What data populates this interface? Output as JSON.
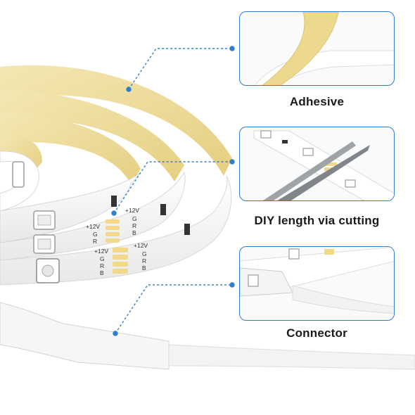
{
  "callouts": [
    {
      "id": "adhesive",
      "label": "Adhesive"
    },
    {
      "id": "cutting",
      "label": "DIY length via cutting"
    },
    {
      "id": "connector",
      "label": "Connector"
    }
  ],
  "strip_markings": {
    "voltage": "+12V",
    "channels": [
      "G",
      "R",
      "B"
    ]
  },
  "colors": {
    "callout_border": "#2f7fd0",
    "leader_line": "#2f7fd0",
    "adhesive_backing": "#eedc96",
    "strip_body": "#ffffff",
    "solder_pad": "#f2d98a"
  }
}
